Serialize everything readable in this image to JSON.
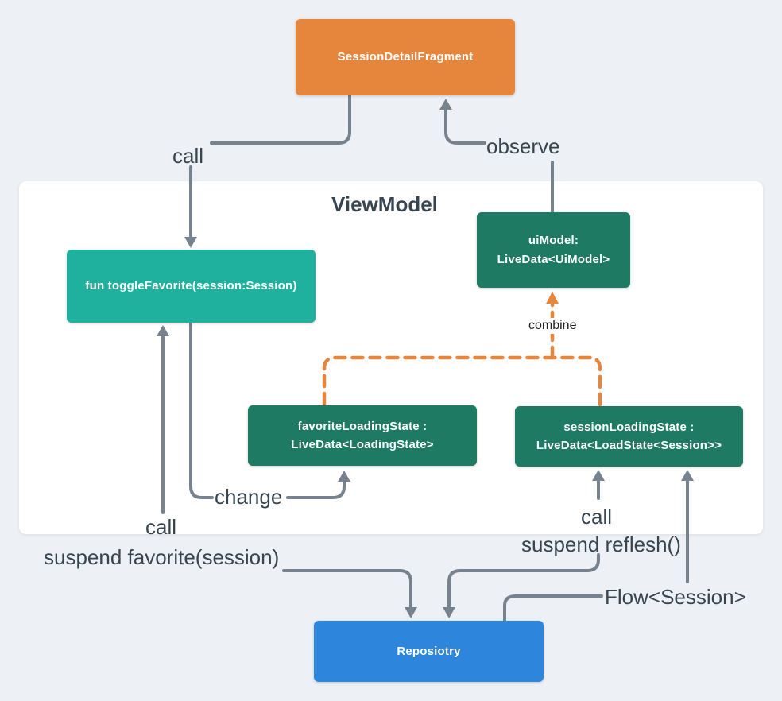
{
  "diagram": {
    "title": "ViewModel",
    "background_color": "#EDF1F5",
    "panel_color": "#FFFFFF",
    "line_color": "#76838F",
    "dashed_line_color": "#E6853C",
    "label_color": "#36454F"
  },
  "nodes": {
    "fragment": {
      "label": "SessionDetailFragment",
      "color": "#E6853C"
    },
    "toggle_favorite": {
      "label": "fun toggleFavorite(session:Session)",
      "color": "#1FB09E"
    },
    "ui_model": {
      "line1": "uiModel:",
      "line2": "LiveData<UiModel>",
      "color": "#1F7A63"
    },
    "favorite_loading": {
      "line1": "favoriteLoadingState :",
      "line2": "LiveData<LoadingState>",
      "color": "#1F7A63"
    },
    "session_loading": {
      "line1": "sessionLoadingState :",
      "line2": "LiveData<LoadState<Session>>",
      "color": "#1F7A63"
    },
    "repository": {
      "label": "Reposiotry",
      "color": "#2E86DC"
    }
  },
  "labels": {
    "viewmodel": "ViewModel",
    "call_top": "call",
    "observe": "observe",
    "combine": "combine",
    "change": "change",
    "call_left": "call",
    "suspend_favorite": "suspend favorite(session)",
    "call_right": "call",
    "suspend_reflesh": "suspend reflesh()",
    "flow_session": "Flow<Session>"
  }
}
